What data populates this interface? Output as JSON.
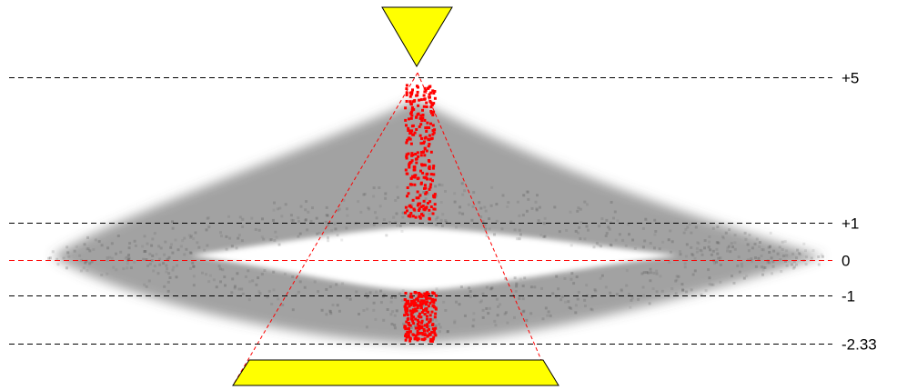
{
  "levels": [
    {
      "label": "+5",
      "value": 5,
      "color": "#000000"
    },
    {
      "label": "+1",
      "value": 1,
      "color": "#000000"
    },
    {
      "label": "0",
      "value": 0,
      "color": "#ff0000"
    },
    {
      "label": "-1",
      "value": -1,
      "color": "#000000"
    },
    {
      "label": "-2.33",
      "value": -2.33,
      "color": "#000000"
    }
  ],
  "colors": {
    "marker_fill": "#ffff00",
    "marker_stroke": "#000000",
    "dots": "#ff0000",
    "guide_lines": "#ff0000",
    "cloud": "#555555",
    "dashes": "#000000"
  },
  "shapes": {
    "top_marker": "downward-triangle",
    "bottom_marker": "trapezoid"
  }
}
